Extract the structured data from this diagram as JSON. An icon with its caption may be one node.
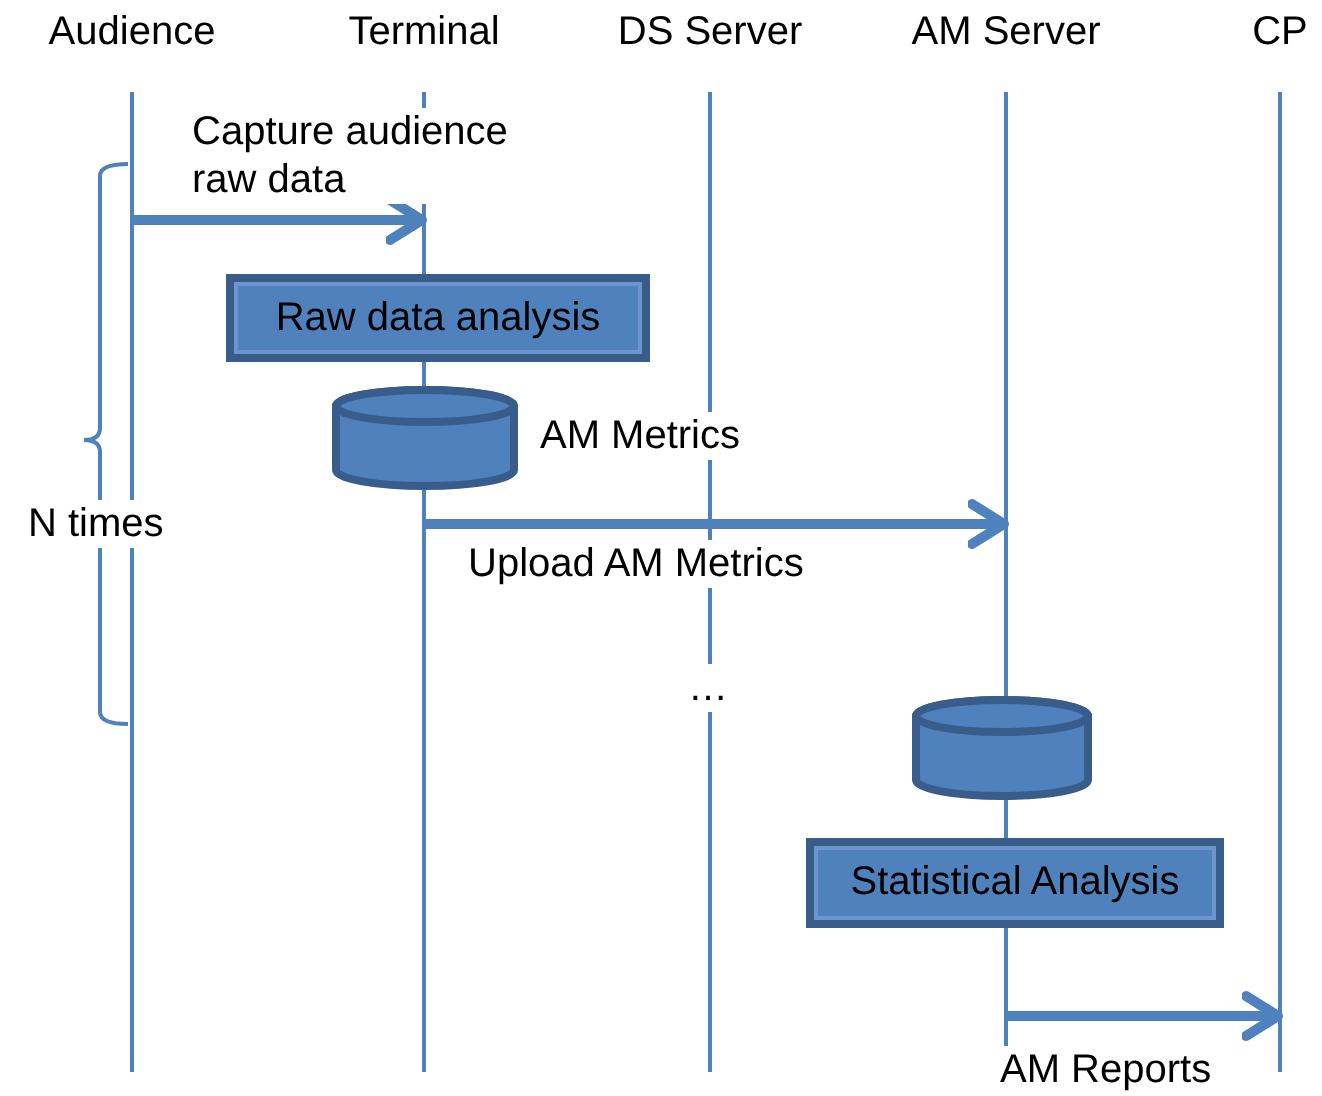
{
  "diagram": {
    "nodes": [
      {
        "text": [
          "Audience"
        ]
      },
      {
        "text": [
          "Terminal"
        ]
      },
      {
        "text": [
          "DS Server"
        ]
      },
      {
        "text": [
          "AM Server"
        ]
      },
      {
        "text": [
          "CP"
        ]
      },
      {
        "text": [
          "Raw data analysis"
        ]
      },
      {
        "text": [],
        "shape": "cylinder"
      },
      {
        "text": [],
        "shape": "cylinder"
      },
      {
        "text": [
          "Statistical Analysis"
        ]
      }
    ],
    "edges": [
      {
        "from": 0,
        "to": 1,
        "arrow": "to",
        "label": "Capture audience raw data"
      },
      {
        "from": 1,
        "to": 3,
        "arrow": "to",
        "label": "Upload AM Metrics"
      },
      {
        "from": 3,
        "to": 4,
        "arrow": "to",
        "label": "AM Reports"
      }
    ],
    "labels": [
      "AM Metrics",
      "N times",
      "…"
    ]
  }
}
